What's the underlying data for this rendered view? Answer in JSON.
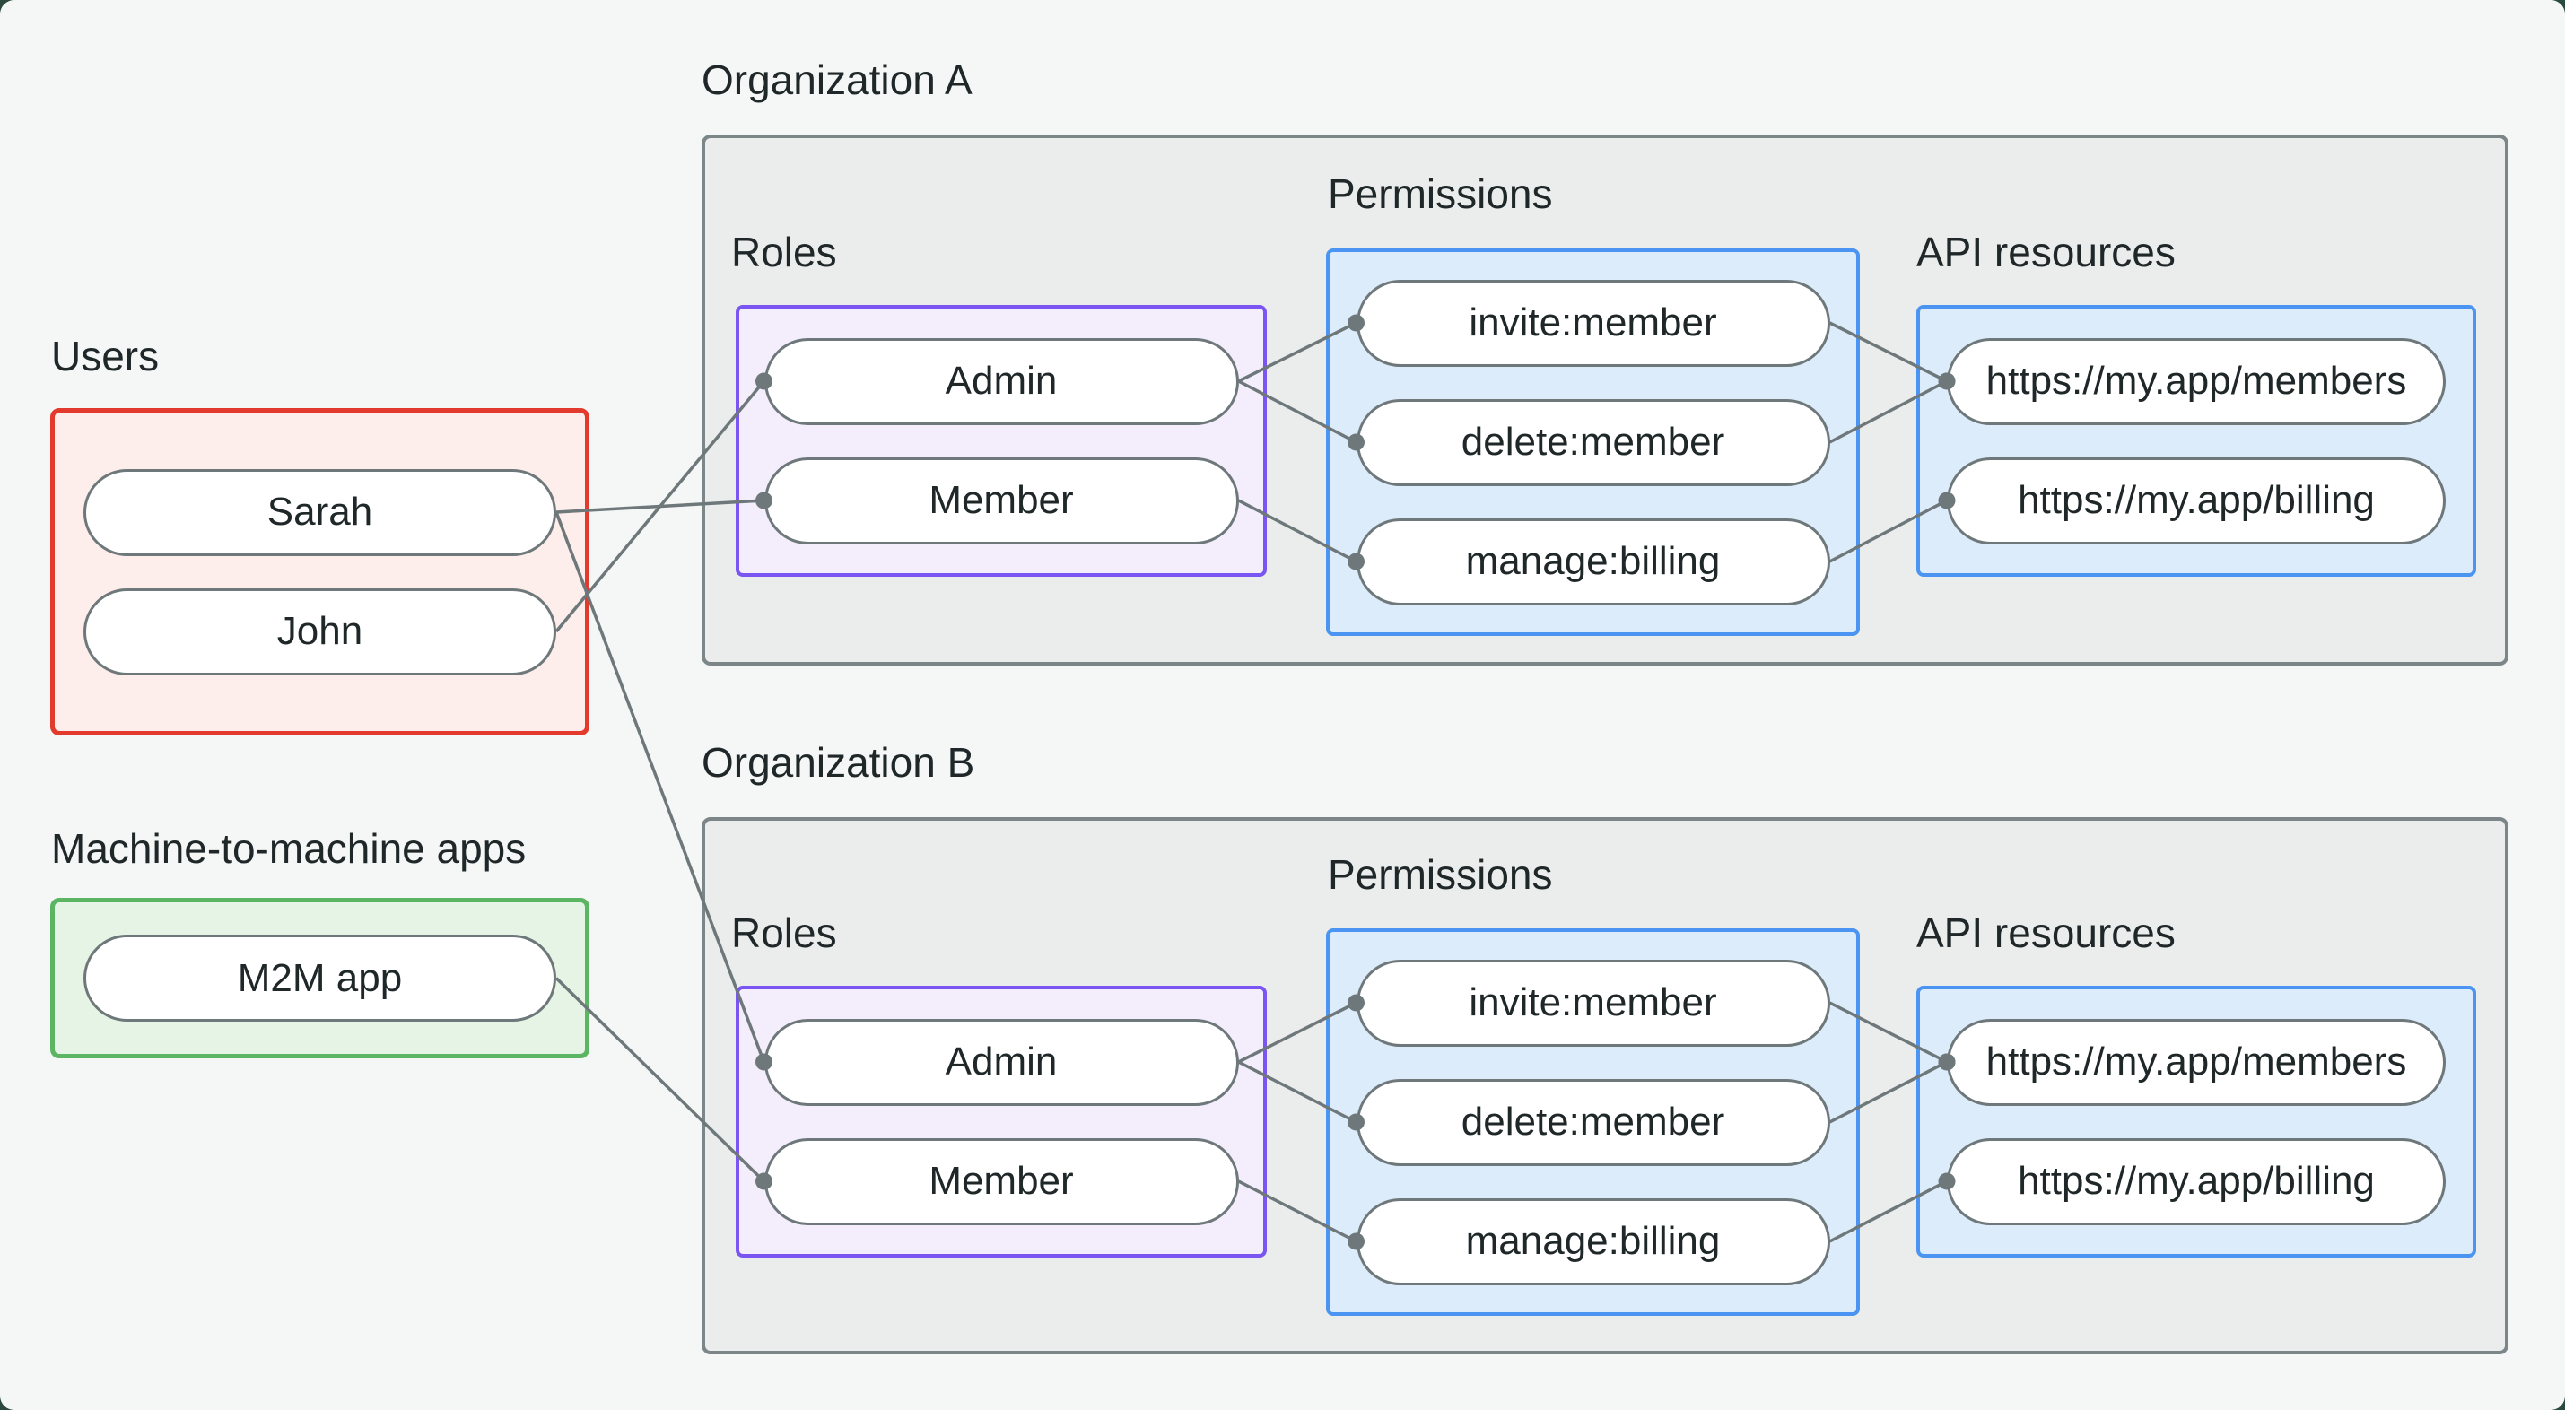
{
  "users_section": {
    "label": "Users",
    "items": [
      {
        "id": "sarah",
        "label": "Sarah"
      },
      {
        "id": "john",
        "label": "John"
      }
    ]
  },
  "m2m_section": {
    "label": "Machine-to-machine apps",
    "items": [
      {
        "id": "m2m-app",
        "label": "M2M app"
      }
    ]
  },
  "orgs": [
    {
      "title": "Organization A",
      "roles_label": "Roles",
      "permissions_label": "Permissions",
      "api_label": "API resources",
      "roles": [
        {
          "id": "orgA-admin",
          "label": "Admin"
        },
        {
          "id": "orgA-member",
          "label": "Member"
        }
      ],
      "permissions": [
        {
          "id": "orgA-invite",
          "label": "invite:member"
        },
        {
          "id": "orgA-delete",
          "label": "delete:member"
        },
        {
          "id": "orgA-manage",
          "label": "manage:billing"
        }
      ],
      "api_resources": [
        {
          "id": "orgA-members",
          "label": "https://my.app/members"
        },
        {
          "id": "orgA-billing",
          "label": "https://my.app/billing"
        }
      ]
    },
    {
      "title": "Organization B",
      "roles_label": "Roles",
      "permissions_label": "Permissions",
      "api_label": "API resources",
      "roles": [
        {
          "id": "orgB-admin",
          "label": "Admin"
        },
        {
          "id": "orgB-member",
          "label": "Member"
        }
      ],
      "permissions": [
        {
          "id": "orgB-invite",
          "label": "invite:member"
        },
        {
          "id": "orgB-delete",
          "label": "delete:member"
        },
        {
          "id": "orgB-manage",
          "label": "manage:billing"
        }
      ],
      "api_resources": [
        {
          "id": "orgB-members",
          "label": "https://my.app/members"
        },
        {
          "id": "orgB-billing",
          "label": "https://my.app/billing"
        }
      ]
    }
  ],
  "edges": [
    {
      "from": "sarah",
      "to": "orgA-member"
    },
    {
      "from": "john",
      "to": "orgA-admin"
    },
    {
      "from": "sarah",
      "to": "orgB-admin"
    },
    {
      "from": "m2m-app",
      "to": "orgB-member"
    },
    {
      "from": "orgA-admin",
      "to": "orgA-invite"
    },
    {
      "from": "orgA-admin",
      "to": "orgA-delete"
    },
    {
      "from": "orgA-member",
      "to": "orgA-manage"
    },
    {
      "from": "orgA-invite",
      "to": "orgA-members"
    },
    {
      "from": "orgA-delete",
      "to": "orgA-members"
    },
    {
      "from": "orgA-manage",
      "to": "orgA-billing"
    },
    {
      "from": "orgB-admin",
      "to": "orgB-invite"
    },
    {
      "from": "orgB-admin",
      "to": "orgB-delete"
    },
    {
      "from": "orgB-member",
      "to": "orgB-manage"
    },
    {
      "from": "orgB-invite",
      "to": "orgB-members"
    },
    {
      "from": "orgB-delete",
      "to": "orgB-members"
    },
    {
      "from": "orgB-manage",
      "to": "orgB-billing"
    }
  ],
  "colors": {
    "page_background": "#f5f7f6",
    "corner_backdrop": "#2b4a3d",
    "users_border": "#e23b2e",
    "users_fill": "#fdedeb",
    "m2m_border": "#5cb563",
    "m2m_fill": "#e6f4e5",
    "org_border": "#7c8587",
    "org_fill": "#ebedec",
    "roles_border": "#7a55f2",
    "roles_fill": "#f3edfc",
    "permissions_border": "#4b94f1",
    "permissions_fill": "#ddecfb",
    "connector": "#6e787a",
    "text": "#1f2729"
  }
}
